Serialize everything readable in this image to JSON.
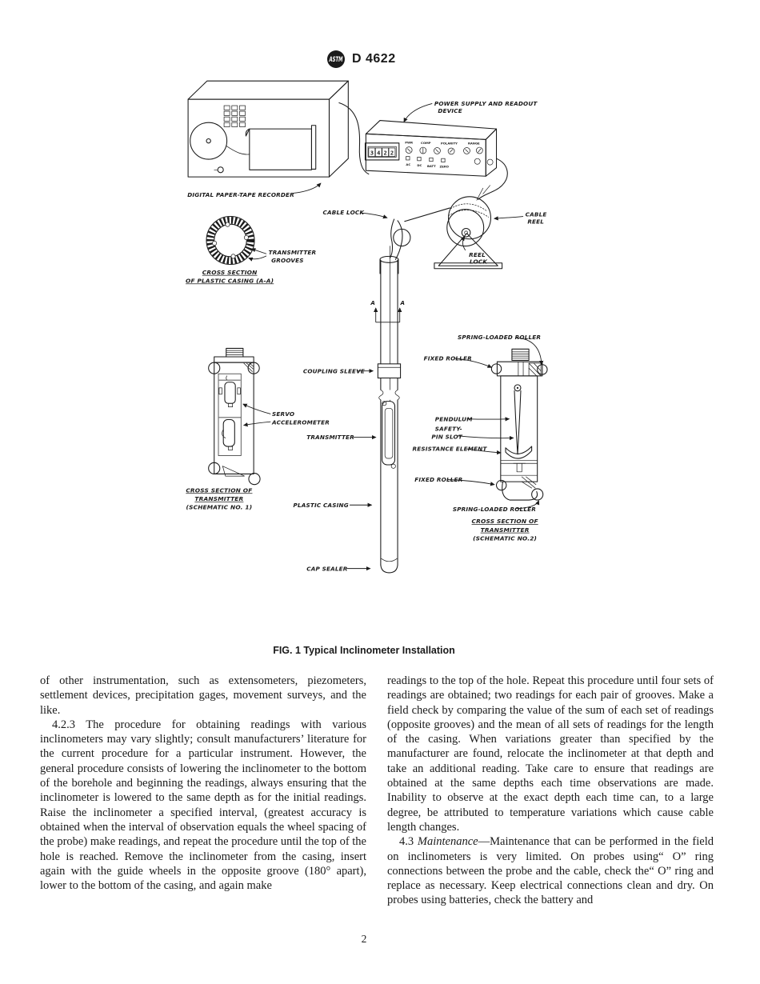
{
  "header": {
    "logo_alt": "ASTM",
    "doc_code": "D 4622"
  },
  "figure": {
    "caption": "FIG. 1 Typical Inclinometer Installation",
    "recorder": {
      "label": "DIGITAL PAPER-TAPE RECORDER"
    },
    "power_supply": {
      "label_line1": "POWER SUPPLY AND READOUT",
      "label_line2": "DEVICE",
      "display": {
        "d1": "3",
        "d2": "4",
        "d3": "2",
        "d4": "2"
      },
      "knob_labels": {
        "k1": "PWR",
        "k2": "COMP",
        "k3": "POLARITY",
        "k4": "RANGE"
      },
      "switch_labels": {
        "s1": "AC",
        "s2": "DC",
        "s3": "BATT",
        "s4": "ZERO"
      }
    },
    "cable": {
      "cable_lock": "CABLE LOCK",
      "cable_reel_line1": "CABLE",
      "cable_reel_line2": "REEL",
      "reel_lock_line1": "REEL",
      "reel_lock_line2": "LOCK"
    },
    "casing_section": {
      "grooves_line1": "TRANSMITTER",
      "grooves_line2": "GROOVES",
      "caption_line1": "CROSS SECTION",
      "caption_line2": "OF PLASTIC CASING (A-A)",
      "section_marker": "A"
    },
    "probe_column": {
      "coupling_sleeve": "COUPLING SLEEVE",
      "transmitter": "TRANSMITTER",
      "plastic_casing": "PLASTIC CASING",
      "cap_sealer": "CAP SEALER"
    },
    "schematic1": {
      "servo_line1": "SERVO",
      "servo_line2": "ACCELEROMETER",
      "caption_line1": "CROSS SECTION OF",
      "caption_line2": "TRANSMITTER",
      "caption_line3": "(SCHEMATIC NO. 1)"
    },
    "schematic2": {
      "spring_roller_top": "SPRING-LOADED ROLLER",
      "fixed_roller_top": "FIXED ROLLER",
      "pendulum": "PENDULUM",
      "safety_line1": "SAFETY-",
      "safety_line2": "PIN SLOT",
      "resistance_element": "RESISTANCE ELEMENT",
      "fixed_roller_bottom": "FIXED ROLLER",
      "spring_roller_bottom": "SPRING-LOADED ROLLER",
      "caption_line1": "CROSS SECTION OF",
      "caption_line2": "TRANSMITTER",
      "caption_line3": "(SCHEMATIC NO.2)"
    }
  },
  "body": {
    "left_column": {
      "para1": "of other instrumentation, such as extensometers, piezometers, settlement devices, precipitation gages, movement surveys, and the like.",
      "para2": "4.2.3 The procedure for obtaining readings with various inclinometers may vary slightly; consult manufacturers’ literature for the current procedure for a particular instrument. However, the general procedure consists of lowering the inclinometer to the bottom of the borehole and beginning the readings, always ensuring that the inclinometer is lowered to the same depth as for the initial readings. Raise the inclinometer a specified interval, (greatest accuracy is obtained when the interval of observation equals the wheel spacing of the probe) make readings, and repeat the procedure until the top of the hole is reached. Remove the inclinometer from the casing, insert again with the guide wheels in the opposite groove (180° apart), lower to the bottom of the casing, and again make"
    },
    "right_column": {
      "para1": "readings to the top of the hole. Repeat this procedure until four sets of readings are obtained; two readings for each pair of grooves. Make a field check by comparing the value of the sum of each set of readings (opposite grooves) and the mean of all sets of readings for the length of the casing. When variations greater than specified by the manufacturer are found, relocate the inclinometer at that depth and take an additional reading. Take care to ensure that readings are obtained at the same depths each time observations are made. Inability to observe at the exact depth each time can, to a large degree, be attributed to temperature variations which cause cable length changes.",
      "para2_num": "4.3 ",
      "para2_term": "Maintenance",
      "para2_rest": "—Maintenance that can be performed in the field on inclinometers is very limited. On probes using“ O” ring connections between the probe and the cable, check the“ O” ring and replace as necessary. Keep electrical connections clean and dry. On probes using batteries, check the battery and"
    }
  },
  "footer": {
    "page_number": "2"
  },
  "colors": {
    "ink": "#1a1a1a",
    "paper": "#ffffff"
  }
}
